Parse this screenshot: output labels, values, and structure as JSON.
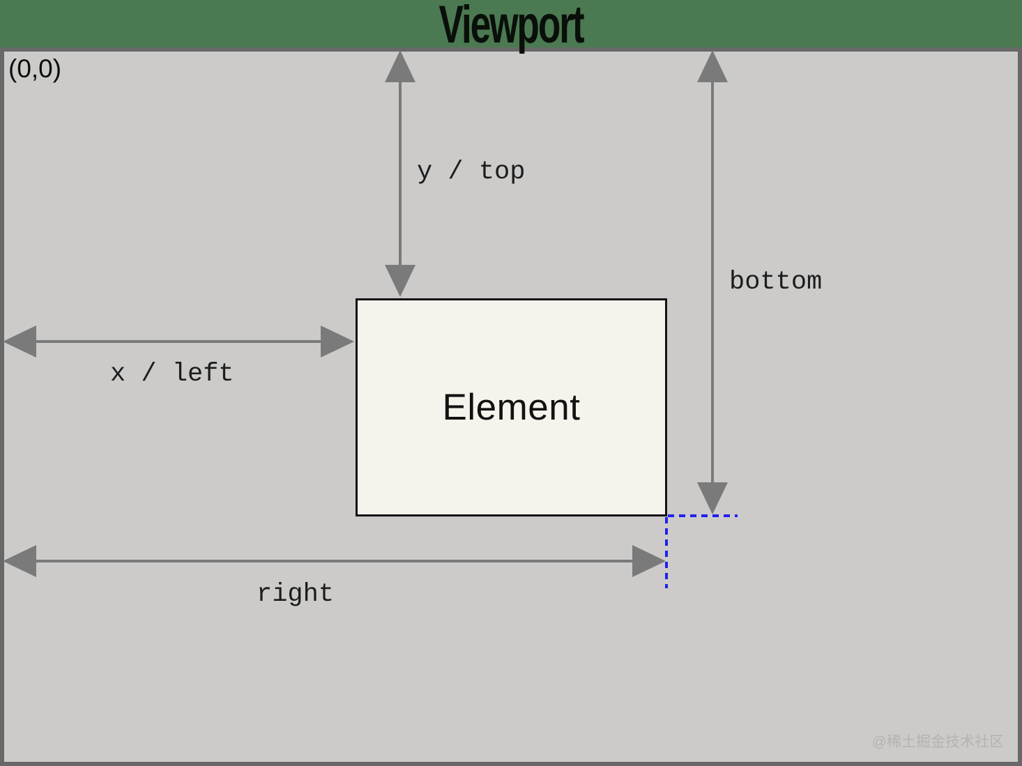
{
  "title": "Viewport",
  "viewport": {
    "origin_label": "(0,0)"
  },
  "element": {
    "label": "Element"
  },
  "measurements": {
    "y_top": "y / top",
    "bottom": "bottom",
    "x_left": "x / left",
    "right": "right"
  },
  "watermark": "@稀土掘金技术社区",
  "colors": {
    "page_background": "#4b7951",
    "viewport_fill": "#cccbca",
    "viewport_border": "#686868",
    "arrow_gray": "#7a7a7a",
    "element_fill": "#f6f3ec",
    "element_border": "#121212",
    "guide_blue": "#2020ef",
    "watermark_gray": "#b4b3b2"
  }
}
